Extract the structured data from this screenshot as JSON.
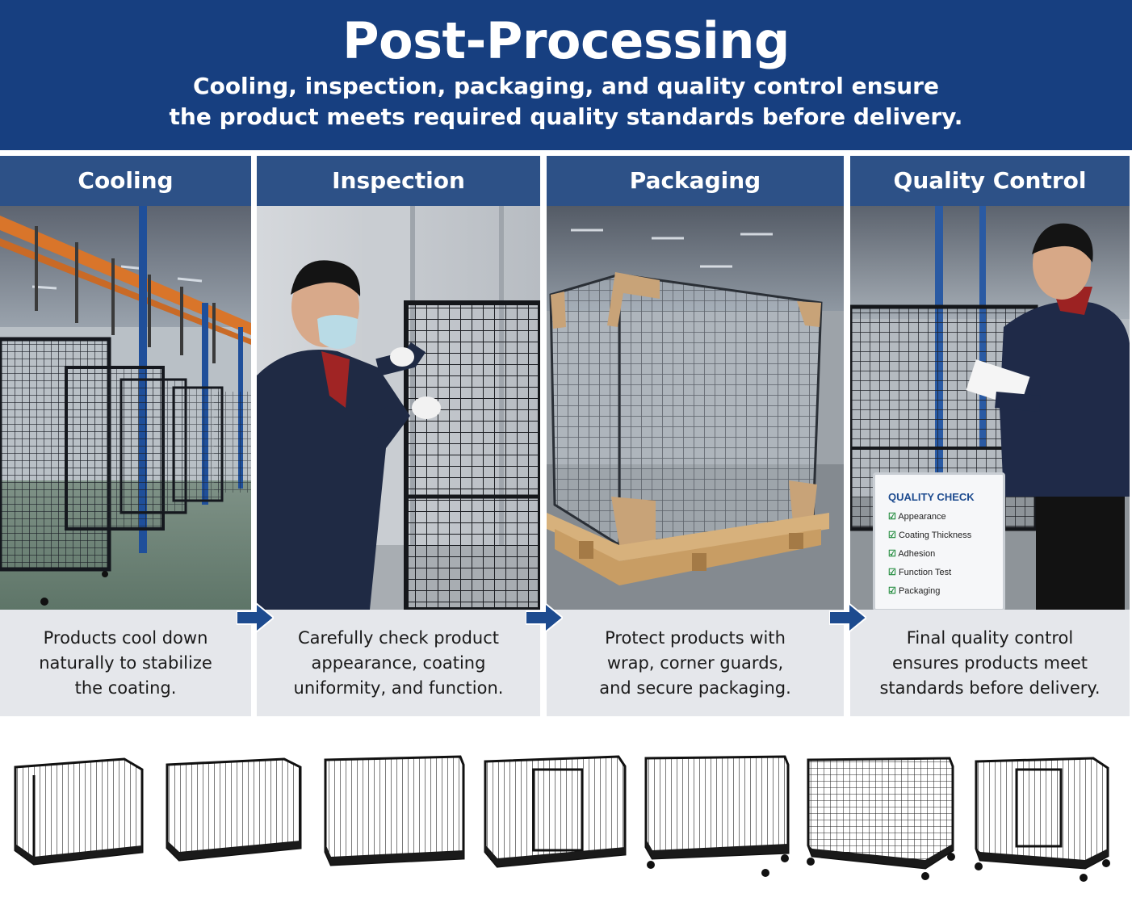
{
  "header": {
    "title": "Post-Processing",
    "subtitle_line1": "Cooling, inspection, packaging, and quality control ensure",
    "subtitle_line2": "the product meets required quality standards before delivery."
  },
  "steps": [
    {
      "title": "Cooling",
      "desc_lines": [
        "Products cool down",
        "naturally to stabilize",
        "the coating."
      ]
    },
    {
      "title": "Inspection",
      "desc_lines": [
        "Carefully check product",
        "appearance, coating",
        "uniformity, and function."
      ]
    },
    {
      "title": "Packaging",
      "desc_lines": [
        "Protect products with",
        "wrap, corner guards,",
        "and secure packaging."
      ]
    },
    {
      "title": "Quality Control",
      "desc_lines": [
        "Final quality control",
        "ensures products meet",
        "standards before delivery."
      ]
    }
  ],
  "checklist": {
    "title": "QUALITY CHECK",
    "items": [
      "Appearance",
      "Coating Thickness",
      "Adhesion",
      "Function Test",
      "Packaging"
    ]
  },
  "colors": {
    "header_bg": "#173f80",
    "panel_title_bg": "#2d5187",
    "arrow": "#1d4b8f",
    "check": "#1e8a3a"
  },
  "icons": [
    "arrow-right-icon",
    "checkbox-icon"
  ]
}
